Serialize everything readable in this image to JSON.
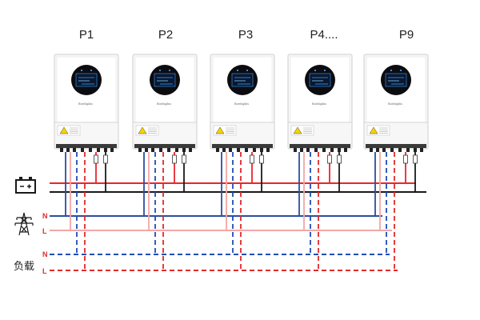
{
  "units": [
    {
      "id": "p1",
      "label": "P1",
      "brand": "Bordaplus"
    },
    {
      "id": "p2",
      "label": "P2",
      "brand": "Bordaplus"
    },
    {
      "id": "p3",
      "label": "P3",
      "brand": "Bordaplus"
    },
    {
      "id": "p4",
      "label": "P4....",
      "brand": "Bordaplus"
    },
    {
      "id": "p9",
      "label": "P9",
      "brand": "Bordaplus"
    }
  ],
  "left_labels": {
    "grid_n": "N",
    "grid_l": "L",
    "load_n": "N",
    "load_l": "L",
    "load": "负载"
  },
  "icons": {
    "battery": "battery-icon",
    "grid": "transmission-tower-icon"
  },
  "colors": {
    "battery_positive": "#e8262d",
    "battery_negative": "#1a1a1a",
    "grid_neutral": "#2a4fa0",
    "grid_live": "#f2a6a6",
    "load_neutral": "#1f4db5",
    "load_live": "#e02a2a",
    "screen": "#0c0c10",
    "screen_accent": "#3aa0ff"
  }
}
